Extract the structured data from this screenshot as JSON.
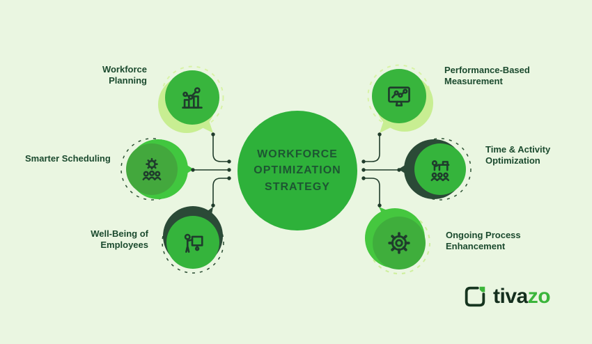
{
  "title": "WORKFORCE\nOPTIMIZATION\nSTRATEGY",
  "nodes": [
    {
      "id": "workforce-planning",
      "label": "Workforce\nPlanning",
      "icon": "bar-chart-trend-icon"
    },
    {
      "id": "smarter-scheduling",
      "label": "Smarter Scheduling",
      "icon": "gear-team-icon"
    },
    {
      "id": "well-being-of-employees",
      "label": "Well-Being of\nEmployees",
      "icon": "presenter-board-icon"
    },
    {
      "id": "performance-based-measurement",
      "label": "Performance-Based\nMeasurement",
      "icon": "monitor-chart-icon"
    },
    {
      "id": "time-activity-optimization",
      "label": "Time & Activity\nOptimization",
      "icon": "desk-team-icon"
    },
    {
      "id": "ongoing-process-enhancement",
      "label": "Ongoing Process\nEnhancement",
      "icon": "gear-icon"
    }
  ],
  "logo": {
    "text_dark": "tiva",
    "text_green": "zo",
    "icon": "tivazo-bracket-icon"
  },
  "colors": {
    "background": "#eaf6e1",
    "central_circle": "#2eb13a",
    "bright_green": "#41c73f",
    "light_bubble_green": "#c8ee92",
    "dark_arc_green": "#2b4a37",
    "connector_line": "#203c2b",
    "label_text": "#1b4a2e",
    "central_text": "#1d5632",
    "logo_dark": "#142e1d",
    "logo_green": "#3bb53b"
  }
}
